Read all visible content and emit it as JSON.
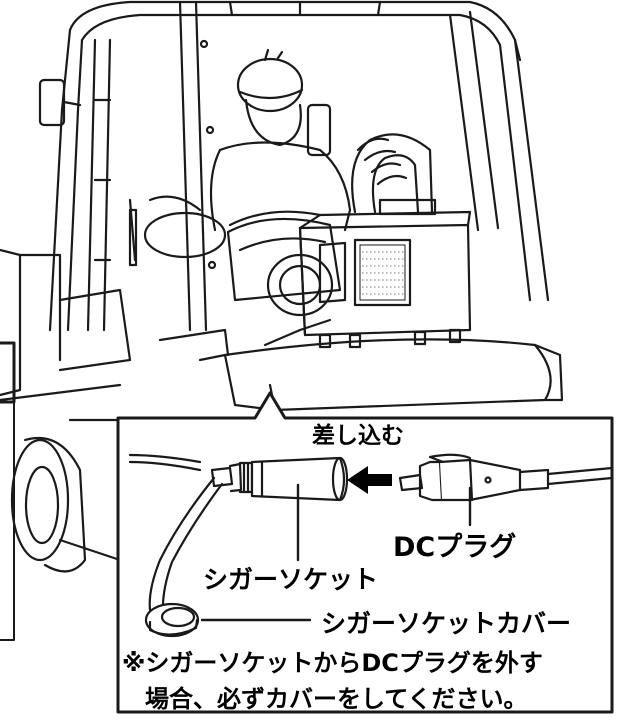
{
  "labels": {
    "insert": "差し込む",
    "dc_plug": "DCプラグ",
    "cigar_socket": "シガーソケット",
    "cigar_socket_cover": "シガーソケットカバー",
    "note_line1": "※シガーソケットからDCプラグを外す",
    "note_line2": "場合、必ずカバーをしてください。"
  },
  "colors": {
    "line": "#1a1a1a",
    "fill": "#ffffff",
    "grille": "#666666"
  },
  "icons": {
    "arrow": "left-arrow-icon"
  }
}
